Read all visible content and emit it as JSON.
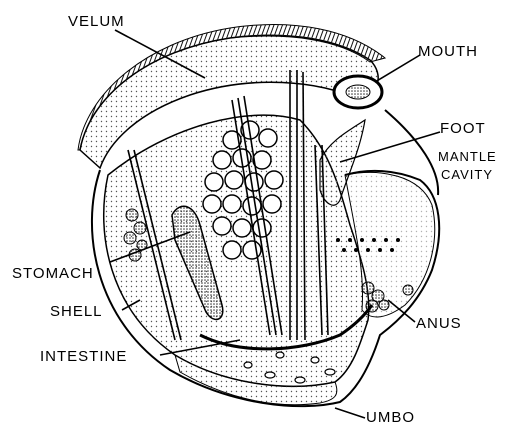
{
  "labels": {
    "velum": "VELUM",
    "mouth": "MOUTH",
    "foot": "FOOT",
    "mantle_line1": "MANTLE",
    "mantle_line2": "CAVITY",
    "stomach": "STOMACH",
    "shell": "SHELL",
    "intestine": "INTESTINE",
    "anus": "ANUS",
    "umbo": "UMBO"
  },
  "colors": {
    "ink": "#000000",
    "paper": "#ffffff",
    "stipple": "#d8d8d8"
  }
}
